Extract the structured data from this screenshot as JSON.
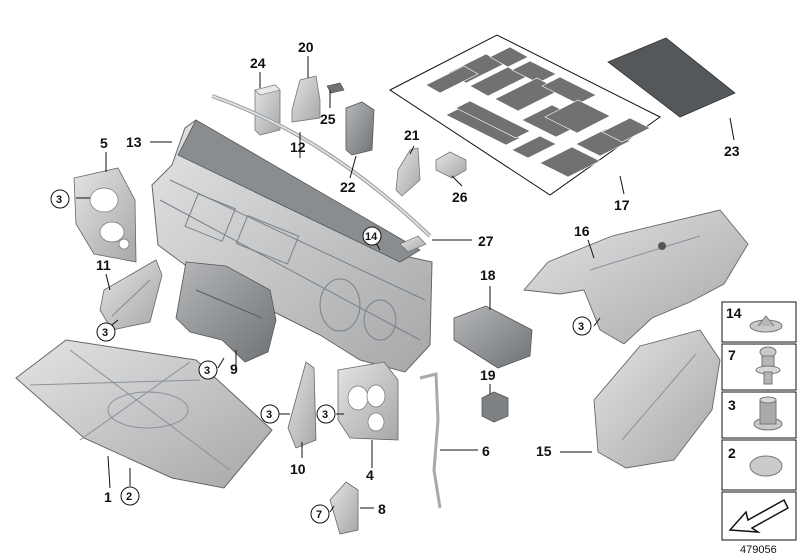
{
  "diagram_id": "479056",
  "callouts": {
    "c1": "1",
    "c2": "2",
    "c3": "3",
    "c4": "4",
    "c5": "5",
    "c6": "6",
    "c7": "7",
    "c8": "8",
    "c9": "9",
    "c10": "10",
    "c11": "11",
    "c12": "12",
    "c13": "13",
    "c14": "14",
    "c15": "15",
    "c16": "16",
    "c17": "17",
    "c18": "18",
    "c19": "19",
    "c20": "20",
    "c21": "21",
    "c22": "22",
    "c23": "23",
    "c24": "24",
    "c25": "25",
    "c26": "26",
    "c27": "27"
  },
  "legend": {
    "items": [
      {
        "label": "14",
        "icon": "clip-icon"
      },
      {
        "label": "7",
        "icon": "expanding-rivet-icon"
      },
      {
        "label": "3",
        "icon": "plastic-nut-icon"
      },
      {
        "label": "2",
        "icon": "plug-cap-icon"
      }
    ],
    "nav_icon": "arrow-navigation-icon"
  },
  "colors": {
    "part_fill": "#c9cbcd",
    "part_dark": "#8e9194",
    "mat_fill": "#7a7c7e",
    "line": "#111111"
  }
}
